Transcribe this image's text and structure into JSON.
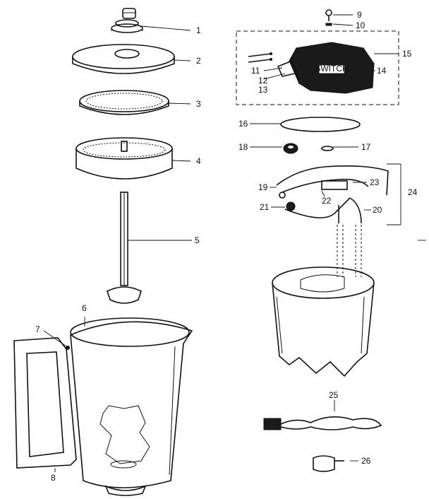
{
  "callouts": {
    "c1": "1",
    "c2": "2",
    "c3": "3",
    "c4": "4",
    "c5": "5",
    "c6": "6",
    "c7": "7",
    "c8": "8",
    "c9": "9",
    "c10": "10",
    "c11": "11",
    "c12": "12",
    "c13": "13",
    "c14": "14",
    "c15": "15",
    "c16": "16",
    "c17": "17",
    "c18": "18",
    "c19": "19",
    "c20": "20",
    "c21": "21",
    "c22": "22",
    "c23": "23",
    "c24": "24",
    "c25": "25",
    "c26": "26"
  },
  "switch_badge": "SWITCH"
}
